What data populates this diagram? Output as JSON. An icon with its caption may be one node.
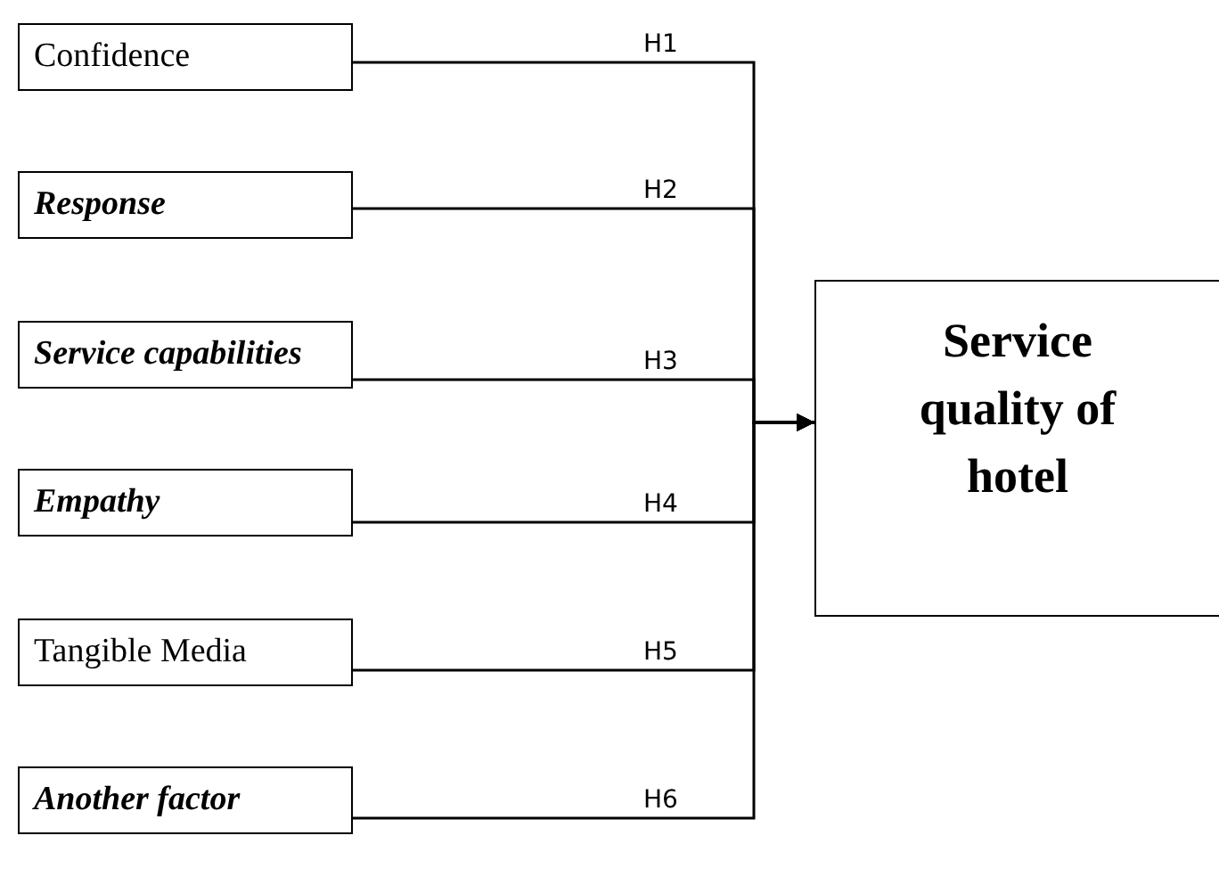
{
  "diagram": {
    "nodes": [
      {
        "text": [
          "Confidence"
        ]
      },
      {
        "text": [
          "Response"
        ]
      },
      {
        "text": [
          "Service capabilities"
        ]
      },
      {
        "text": [
          "Empathy"
        ]
      },
      {
        "text": [
          "Tangible Media"
        ]
      },
      {
        "text": [
          "Another factor"
        ]
      },
      {
        "text": [
          "Service quality of hotel"
        ]
      }
    ],
    "edges": [
      {
        "from": 0,
        "to": 6,
        "arrow": "to",
        "label": "H1"
      },
      {
        "from": 1,
        "to": 6,
        "arrow": "to",
        "label": "H2"
      },
      {
        "from": 2,
        "to": 6,
        "arrow": "to",
        "label": "H3"
      },
      {
        "from": 3,
        "to": 6,
        "arrow": "to",
        "label": "H4"
      },
      {
        "from": 4,
        "to": 6,
        "arrow": "to",
        "label": "H5"
      },
      {
        "from": 5,
        "to": 6,
        "arrow": "to",
        "label": "H6"
      }
    ]
  }
}
